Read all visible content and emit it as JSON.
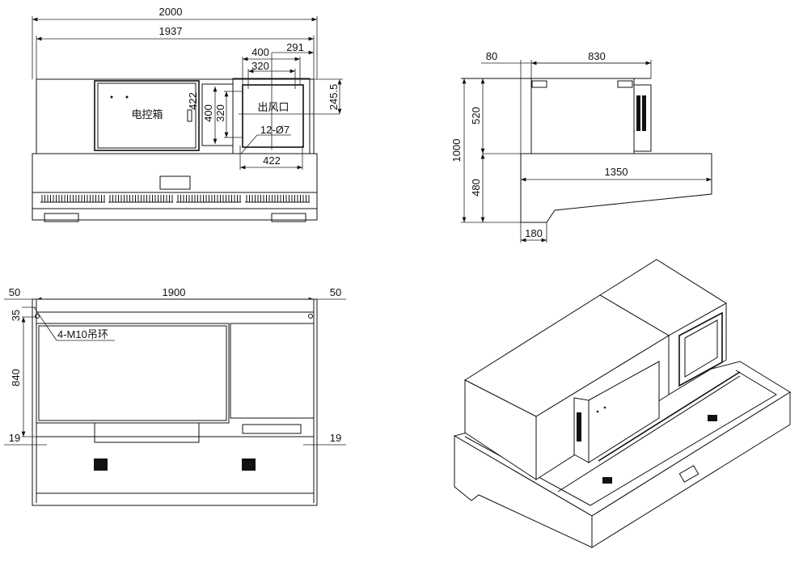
{
  "front_view": {
    "dims": {
      "overall_width": "2000",
      "inner_width": "1937",
      "outlet_outer": "400",
      "outlet_offset": "291",
      "outlet_inner": "320",
      "box_height": "422",
      "outlet_outer_v": "400",
      "outlet_inner_v": "320",
      "outlet_height_offset": "245.5",
      "holes": "12-Ø7",
      "outlet_flange": "422"
    },
    "labels": {
      "control_box": "电控箱",
      "air_outlet": "出风口"
    }
  },
  "side_view": {
    "dims": {
      "offset": "80",
      "unit_depth": "830",
      "total_height": "1000",
      "unit_height": "520",
      "base_height": "480",
      "base_depth": "1350",
      "base_foot": "180"
    }
  },
  "top_view": {
    "dims": {
      "left_margin": "50",
      "span": "1900",
      "right_margin": "50",
      "top_offset": "35",
      "depth": "840",
      "left_bottom": "19",
      "right_bottom": "19"
    },
    "labels": {
      "lifting_rings": "4-M10吊环"
    }
  }
}
